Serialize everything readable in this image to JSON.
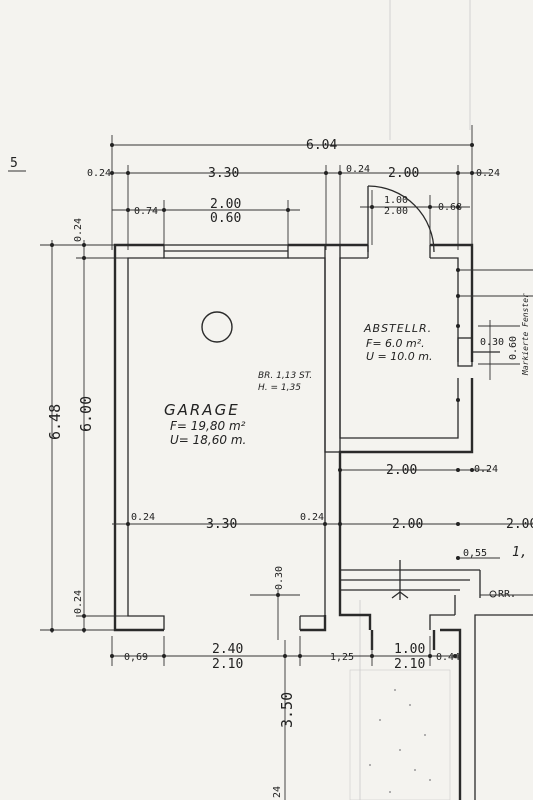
{
  "page_marker": "5",
  "dimensions": {
    "overall_width": "6.04",
    "top_left_offset": "0.24",
    "garage_width_top": "3.30",
    "mid_wall": "0.24",
    "storage_width_top": "2.00",
    "top_right_offset": "0.24",
    "window_left_offset": "0.74",
    "window_width": "2.00",
    "window_height": "0.60",
    "door_width": "1.00",
    "door_height": "2.00",
    "door_right_offset": "0.68",
    "left_top_wall": "0.24",
    "overall_depth": "6.48",
    "inner_depth": "6.00",
    "left_bottom_wall": "0.24",
    "garage_inner_left_wall": "0.24",
    "garage_inner_width": "3.30",
    "garage_inner_right_wall": "0.24",
    "right_mid_upper": "2.00",
    "right_mid_upper_offset": "0.24",
    "right_mid_lower": "2.00",
    "right_edge": "2.00",
    "side_offset": "0,55",
    "garage_door_lintel": "0.30",
    "bottom_left": "0,69",
    "garage_door_width": "2.40",
    "garage_door_height": "2.10",
    "bottom_mid": "1,25",
    "bottom_door_width": "1.00",
    "bottom_door_height": "2.10",
    "bottom_right": "0.44",
    "vertical_lower": "3.50",
    "vertical_lower_bottom": "24",
    "side_window_width": "0.30",
    "side_window_height": "0.60",
    "side_note": "Markierte Fenster",
    "rr_label": "RR.",
    "fragment_label": "1,"
  },
  "rooms": {
    "garage": {
      "name": "GARAGE",
      "area": "F= 19,80 m²",
      "perimeter": "U= 18,60 m.",
      "window_note_1": "BR. 1,13 ST.",
      "window_note_2": "H. = 1,35"
    },
    "storage": {
      "name": "ABSTELLR.",
      "area": "F= 6.0 m².",
      "perimeter": "U = 10.0 m."
    }
  }
}
